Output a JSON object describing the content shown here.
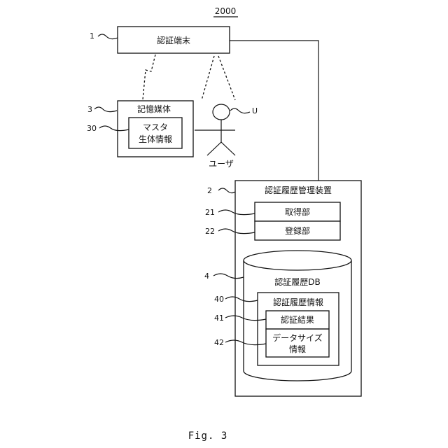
{
  "figure_number": "2000",
  "caption": "Fig. 3",
  "refs": {
    "terminal": "1",
    "device": "2",
    "storage_medium": "3",
    "master_bio": "30",
    "db": "4",
    "history_info": "40",
    "acquisition": "21",
    "registration": "22",
    "result": "41",
    "datasize": "42",
    "user": "U"
  },
  "labels": {
    "terminal": "認証端末",
    "storage_medium": "記憶媒体",
    "master_bio_line1": "マスタ",
    "master_bio_line2": "生体情報",
    "user": "ユーザ",
    "device": "認証履歴管理装置",
    "acquisition": "取得部",
    "registration": "登録部",
    "db": "認証履歴DB",
    "history_info": "認証履歴情報",
    "result": "認証結果",
    "datasize_line1": "データサイズ",
    "datasize_line2": "情報"
  }
}
